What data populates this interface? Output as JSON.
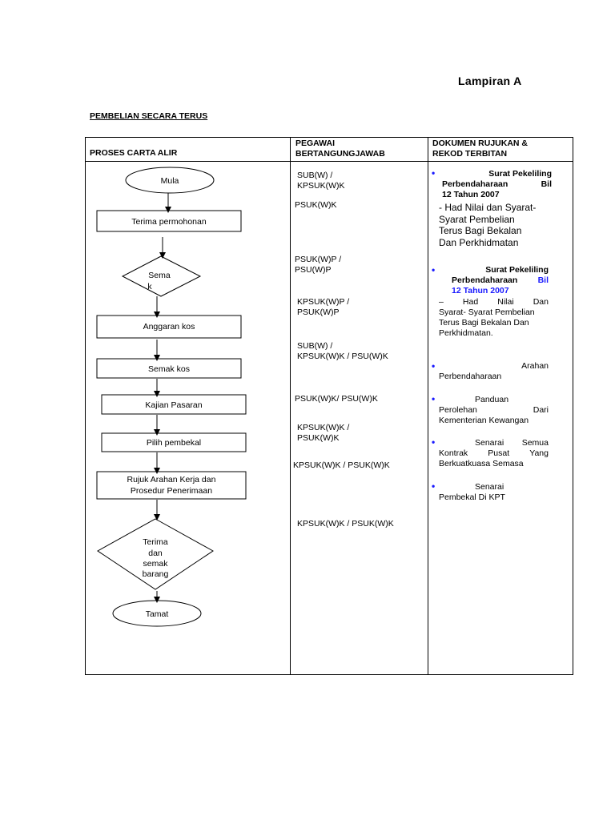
{
  "header": {
    "title": "Lampiran A",
    "section": "PEMBELIAN SECARA TERUS"
  },
  "table": {
    "col1": "PROSES CARTA ALIR",
    "col2_l1": "PEGAWAI",
    "col2_l2": "BERTANGUNGJAWAB",
    "col3_l1": "DOKUMEN RUJUKAN &",
    "col3_l2": "REKOD TERBITAN"
  },
  "flow": {
    "start": "Mula",
    "receive_request": "Terima permohonan",
    "check_l1": "Sema",
    "check_l2": "k",
    "cost_estimate": "Anggaran kos",
    "check_cost": "Semak kos",
    "market_study": "Kajian Pasaran",
    "pick_supplier": "Pilih pembekal",
    "refer_l1": "Rujuk Arahan Kerja dan",
    "refer_l2": "Prosedur Penerimaan",
    "accept_l1": "Terima",
    "accept_l2": "dan",
    "accept_l3": "semak",
    "accept_l4": "barang",
    "end": "Tamat"
  },
  "officers": {
    "o1_l1": "SUB(W) /",
    "o1_l2": "KPSUK(W)K",
    "o1_l3": "PSUK(W)K",
    "o2_l1": "PSUK(W)P /",
    "o2_l2": "PSU(W)P",
    "o3_l1": "KPSUK(W)P /",
    "o3_l2": "PSUK(W)P",
    "o4_l1": "SUB(W) /",
    "o4_l2": "KPSUK(W)K / PSU(W)K",
    "o5": "PSUK(W)K/ PSU(W)K",
    "o6_l1": "KPSUK(W)K /",
    "o6_l2": "PSUK(W)K",
    "o7": "KPSUK(W)K / PSUK(W)K",
    "o8": "KPSUK(W)K / PSUK(W)K"
  },
  "documents": {
    "bullet": "•",
    "d1_l1": "Surat Pekeliling",
    "d1_l2": "Perbendaharaan Bil",
    "d1_l3": "12 Tahun 2007",
    "d1_l4": "- Had Nilai dan Syarat-",
    "d1_l5": "Syarat Pembelian",
    "d1_l6": "Terus Bagi Bekalan",
    "d1_l7": "Dan Perkhidmatan",
    "d2_l1": "Surat Pekeliling",
    "d2_l2a": "Perbendaharaan",
    "d2_l2b": "Bil",
    "d2_l3": "12 Tahun 2007",
    "d2_l4": "– Had Nilai Dan",
    "d2_l5": "Syarat- Syarat Pembelian",
    "d2_l6": "Terus Bagi Bekalan Dan",
    "d2_l7": "Perkhidmatan.",
    "d3_l1": "Arahan",
    "d3_l2": "Perbendaharaan",
    "d4_l1": "Panduan",
    "d4_l2": "Perolehan Dari",
    "d4_l3": "Kementerian Kewangan",
    "d5_l1": "Senarai Semua",
    "d5_l2": "Kontrak Pusat Yang",
    "d5_l3": "Berkuatkuasa Semasa",
    "d6_l1": "Senarai",
    "d6_l2": "Pembekal Di KPT"
  }
}
